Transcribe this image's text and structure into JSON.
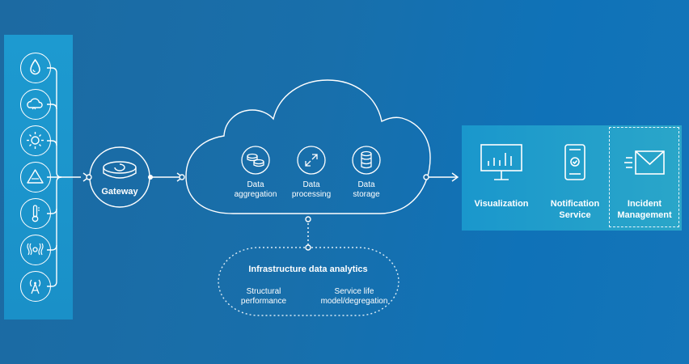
{
  "diagram": {
    "sensors": [
      {
        "name": "water-drop"
      },
      {
        "name": "cloud"
      },
      {
        "name": "sun"
      },
      {
        "name": "warning-sign"
      },
      {
        "name": "thermometer"
      },
      {
        "name": "vibration"
      },
      {
        "name": "antenna"
      }
    ],
    "gateway": {
      "label": "Gateway"
    },
    "cloud": {
      "items": [
        {
          "line1": "Data",
          "line2": "aggregation"
        },
        {
          "line1": "Data",
          "line2": "processing"
        },
        {
          "line1": "Data",
          "line2": "storage"
        }
      ]
    },
    "analytics": {
      "title": "Infrastructure data analytics",
      "items": [
        {
          "line1": "Structural",
          "line2": "performance"
        },
        {
          "line1": "Service life",
          "line2": "model/degregation"
        }
      ]
    },
    "outputs": [
      {
        "line1": "Visualization",
        "line2": ""
      },
      {
        "line1": "Notification",
        "line2": "Service"
      },
      {
        "line1": "Incident",
        "line2": "Management"
      }
    ],
    "colors": {
      "background": "#186fab",
      "panel": "#1d9ad0",
      "line": "#ffffff"
    }
  }
}
